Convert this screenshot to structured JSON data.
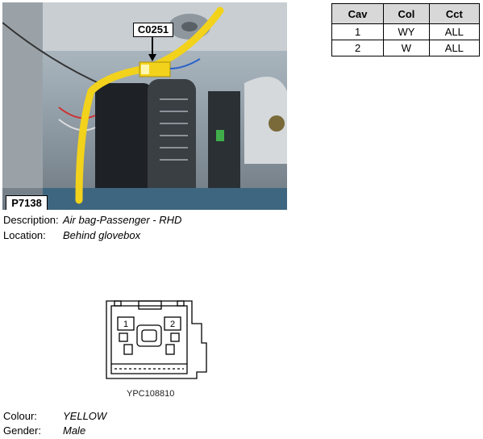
{
  "photo": {
    "connector_label": "C0251",
    "photo_id": "P7138"
  },
  "pin_table": {
    "headers": [
      "Cav",
      "Col",
      "Cct"
    ],
    "rows": [
      {
        "cav": "1",
        "col": "WY",
        "cct": "ALL"
      },
      {
        "cav": "2",
        "col": "W",
        "cct": "ALL"
      }
    ]
  },
  "description": {
    "label": "Description:",
    "value": "Air bag-Passenger - RHD"
  },
  "location": {
    "label": "Location:",
    "value": "Behind glovebox"
  },
  "drawing": {
    "pin1": "1",
    "pin2": "2",
    "caption": "YPC108810"
  },
  "colour": {
    "label": "Colour:",
    "value": "YELLOW"
  },
  "gender": {
    "label": "Gender:",
    "value": "Male"
  },
  "colors": {
    "harness": "#f2d21b"
  }
}
